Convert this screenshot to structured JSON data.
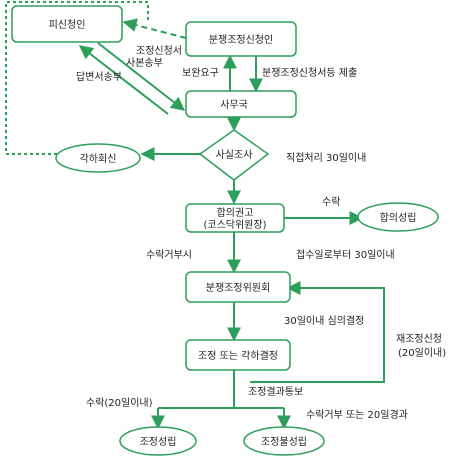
{
  "colors": {
    "stroke": "#2e9e5b",
    "node_fill": "#ffffff",
    "text": "#222222"
  },
  "nodes": {
    "respondent": "피신청인",
    "applicant": "분쟁조정신청인",
    "secretariat": "사무국",
    "fact_finding": "사실조사",
    "dismissal_notice": "각하회신",
    "mediation_recommendation_line1": "합의권고",
    "mediation_recommendation_line2": "(코스닥위원장)",
    "agreement_reached": "합의성립",
    "committee": "분쟁조정위원회",
    "mediation_decision": "조정 또는 각하결정",
    "mediation_success": "조정성립",
    "mediation_failure": "조정불성립"
  },
  "labels": {
    "application_copy_line1": "조정신청서",
    "application_copy_line2": "사본송부",
    "reply_submission": "답변서송부",
    "request_supplement": "보완요구",
    "submit_documents": "분쟁조정신청서등 제출",
    "direct_processing": "직접처리 30일이내",
    "accept": "수락",
    "on_rejection": "수락거부시",
    "within_30_days_from_receipt": "접수일로부터 30일이내",
    "deliberate_within_30_days": "30일이내 심의결정",
    "reapplication_line1": "재조정신청",
    "reapplication_line2": "(20일이내)",
    "result_notice": "조정결과통보",
    "accept_within_20_days": "수락(20일이내)",
    "reject_or_20_days": "수락거부 또는 20일경과"
  }
}
